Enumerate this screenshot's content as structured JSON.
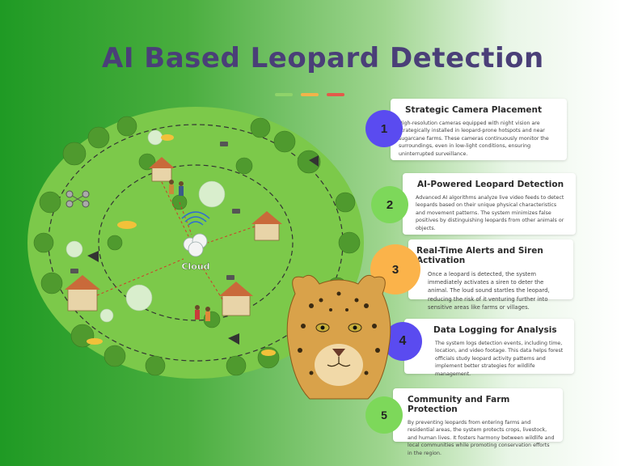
{
  "title": "AI Based Leopard Detection",
  "colors": {
    "title": "#4a3f78",
    "dash_green": "#8fd36a",
    "dash_yellow": "#f2b34a",
    "dash_red": "#e35a4a",
    "badge_blue": "#5a4bf0",
    "badge_green": "#7dd85a",
    "badge_orange": "#fbb34a"
  },
  "diagram": {
    "cloud_label": "Cloud"
  },
  "steps": [
    {
      "number": "1",
      "heading": "Strategic Camera Placement",
      "body": "High-resolution cameras equipped with night vision are strategically installed in leopard-prone hotspots and near sugarcane farms. These cameras continuously monitor the surroundings, even in low-light conditions, ensuring uninterrupted surveillance.",
      "badge_color": "#5a4bf0"
    },
    {
      "number": "2",
      "heading": "AI-Powered Leopard Detection",
      "body": "Advanced AI algorithms analyze live video feeds to detect leopards based on their unique physical characteristics and movement patterns. The system minimizes false positives by distinguishing leopards from other animals or objects.",
      "badge_color": "#7dd85a"
    },
    {
      "number": "3",
      "heading": "Real-Time Alerts and Siren Activation",
      "body": "Once a leopard is detected, the system immediately activates a siren to deter the animal. The loud sound startles the leopard, reducing the risk of it venturing further into sensitive areas like farms or villages.",
      "badge_color": "#fbb34a"
    },
    {
      "number": "4",
      "heading": "Data Logging for Analysis",
      "body": "The system logs detection events, including time, location, and video footage. This data helps forest officials study leopard activity patterns and implement better strategies for wildlife management.",
      "badge_color": "#5a4bf0"
    },
    {
      "number": "5",
      "heading": "Community and Farm Protection",
      "body": "By preventing leopards from entering farms and residential areas, the system protects crops, livestock, and human lives. It fosters harmony between wildlife and local communities while promoting conservation efforts in the region.",
      "badge_color": "#7dd85a"
    }
  ]
}
